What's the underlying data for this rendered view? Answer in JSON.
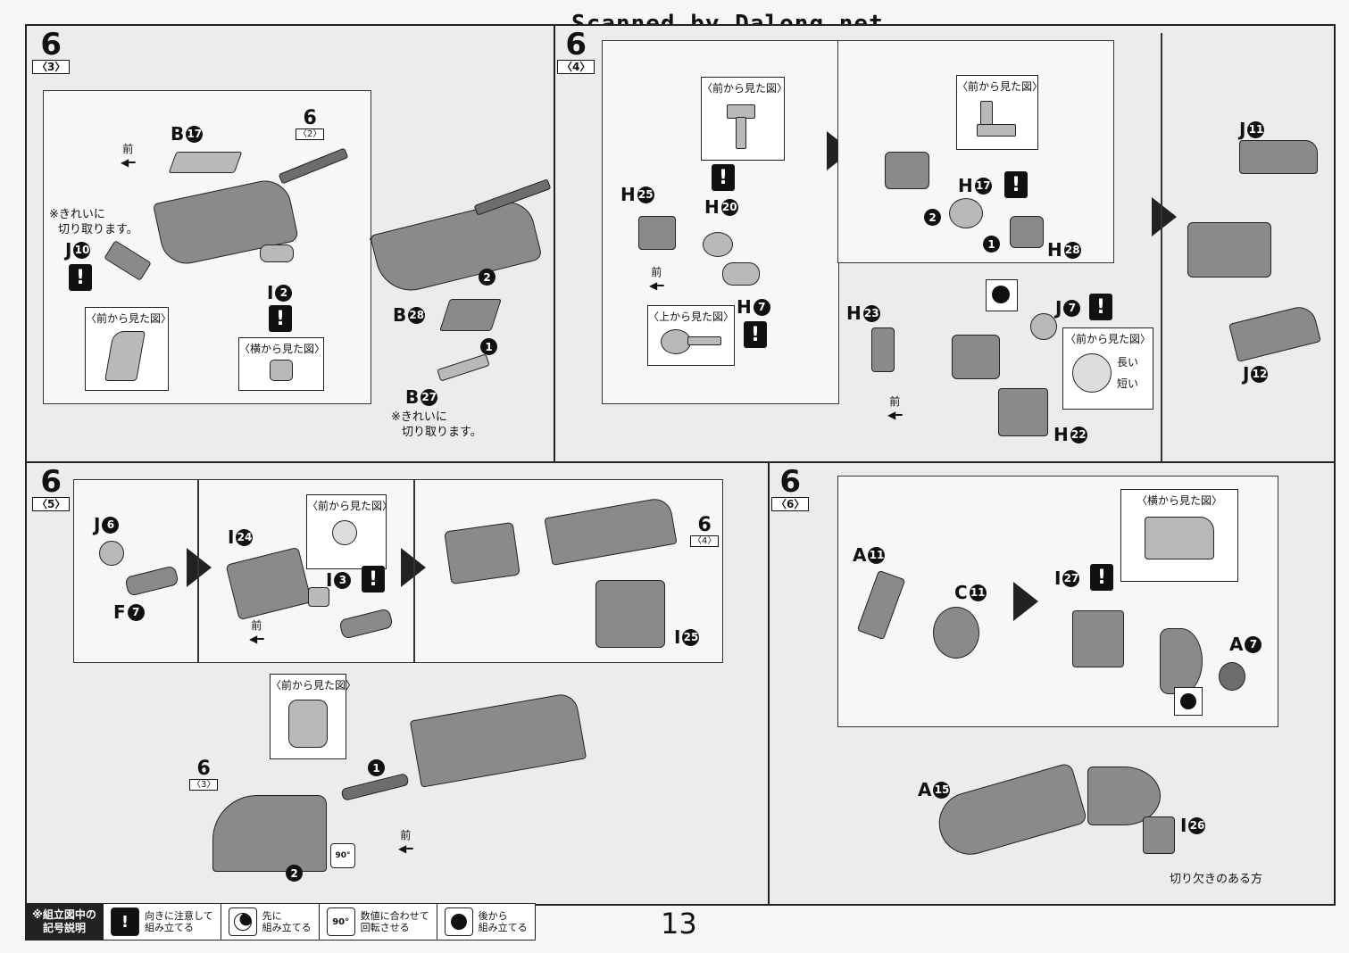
{
  "watermark": "Scanned by Dalong.net",
  "page_number": "13",
  "step_main": "6",
  "panels": {
    "p3": {
      "sub": "〈3〉"
    },
    "p4": {
      "sub": "〈4〉"
    },
    "p5": {
      "sub": "〈5〉"
    },
    "p6": {
      "sub": "〈6〉"
    }
  },
  "ref_steps": {
    "p3_ref_sub": "〈2〉",
    "p5_ref_a_sub": "〈4〉",
    "p5_ref_b_sub": "〈3〉"
  },
  "views": {
    "front": "〈前から見た図〉",
    "side": "〈横から見た図〉",
    "top": "〈上から見た図〉"
  },
  "words": {
    "front": "前",
    "long": "長い",
    "short": "短い",
    "clean_cut_1": "※きれいに",
    "clean_cut_2": "切り取ります。",
    "notched_side": "切り欠きのある方",
    "warn": "!",
    "deg90": "90°"
  },
  "part_labels": {
    "B17": [
      "B",
      "17"
    ],
    "J10": [
      "J",
      "10"
    ],
    "I2": [
      "I",
      "2"
    ],
    "B28": [
      "B",
      "28"
    ],
    "B27": [
      "B",
      "27"
    ],
    "H25": [
      "H",
      "25"
    ],
    "H20": [
      "H",
      "20"
    ],
    "H7": [
      "H",
      "7"
    ],
    "H17": [
      "H",
      "17"
    ],
    "H28": [
      "H",
      "28"
    ],
    "H23": [
      "H",
      "23"
    ],
    "J7": [
      "J",
      "7"
    ],
    "H22": [
      "H",
      "22"
    ],
    "J11": [
      "J",
      "11"
    ],
    "J12": [
      "J",
      "12"
    ],
    "J6": [
      "J",
      "6"
    ],
    "F7": [
      "F",
      "7"
    ],
    "I24": [
      "I",
      "24"
    ],
    "I3": [
      "I",
      "3"
    ],
    "I25": [
      "I",
      "25"
    ],
    "A11": [
      "A",
      "11"
    ],
    "C11": [
      "C",
      "11"
    ],
    "I27": [
      "I",
      "27"
    ],
    "A7": [
      "A",
      "7"
    ],
    "A15": [
      "A",
      "15"
    ],
    "I26": [
      "I",
      "26"
    ]
  },
  "sequence_marks": [
    "1",
    "2"
  ],
  "legend": {
    "title_1": "※組立図中の",
    "title_2": "記号説明",
    "items": [
      {
        "icon": "warning-icon",
        "line1": "向きに注意して",
        "line2": "組み立てる"
      },
      {
        "icon": "first-assemble-icon",
        "line1": "先に",
        "line2": "組み立てる"
      },
      {
        "icon": "rotate-90-icon",
        "line1": "数値に合わせて",
        "line2": "回転させる"
      },
      {
        "icon": "later-assemble-icon",
        "line1": "後から",
        "line2": "組み立てる"
      }
    ]
  }
}
